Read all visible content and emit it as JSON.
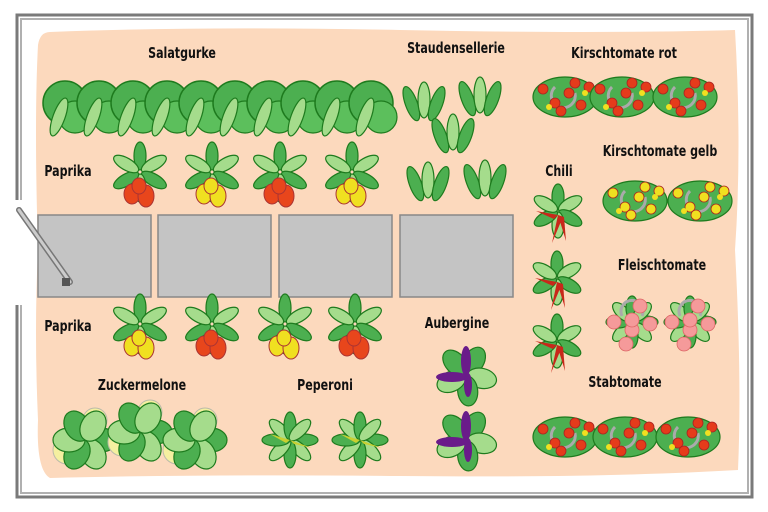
{
  "labels": {
    "salatgurke": "Salatgurke",
    "staudensellerie": "Staudensellerie",
    "kirschtomate_rot": "Kirschtomate rot",
    "paprika_top": "Paprika",
    "chili": "Chili",
    "kirschtomate_gelb": "Kirschtomate gelb",
    "fleischtomate": "Fleischtomate",
    "paprika_bottom": "Paprika",
    "aubergine": "Aubergine",
    "zuckermelone": "Zuckermelone",
    "peperoni": "Peperoni",
    "stabtomate": "Stabtomate"
  },
  "colors": {
    "bed": "#fcd9bd",
    "path_stone": "#c4c4c4",
    "frame": "#808080",
    "leaf_dark": "#4caf50",
    "leaf_light": "#a5dc8c",
    "outline": "#1e7b1e",
    "red": "#e8461c",
    "yellow": "#f0e020",
    "tomato": "#e53b1b",
    "pink_tomato": "#f59a9a",
    "eggplant": "#6a1b8a",
    "melon": "#f5f0a0"
  }
}
